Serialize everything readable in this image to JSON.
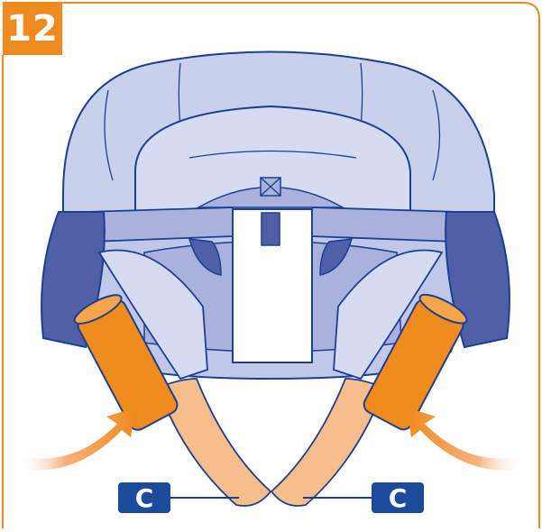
{
  "step": {
    "number": "12"
  },
  "callouts": [
    {
      "label": "C"
    },
    {
      "label": "C"
    }
  ],
  "colors": {
    "frame_orange": "#ef8a1e",
    "fabric_light": "#c9d0ec",
    "fabric_mid": "#a9b2dd",
    "fabric_dark": "#4f5fa8",
    "outline": "#1c3f8f",
    "tube_orange": "#f08c1e",
    "leg_peach": "#f7be8d",
    "arrow_orange": "#f3a05a",
    "label_blue": "#1c4b9b"
  },
  "icons": [
    "rotate-arrow-left-icon",
    "rotate-arrow-right-icon"
  ]
}
